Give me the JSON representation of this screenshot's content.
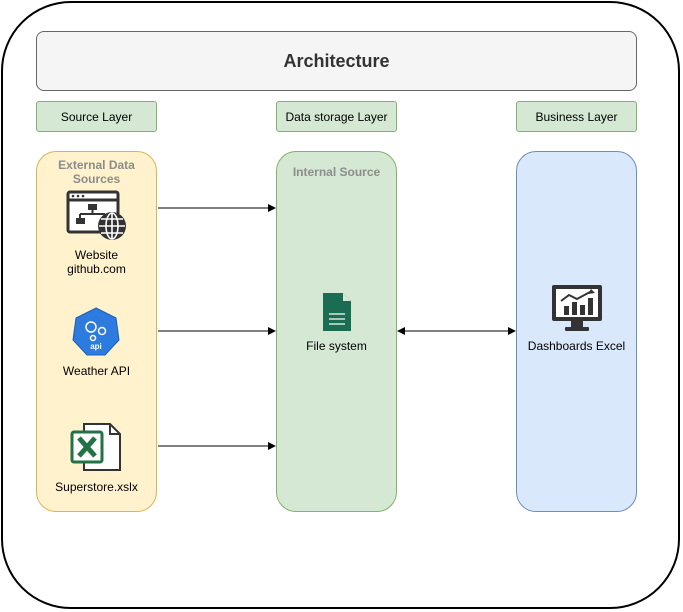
{
  "title": "Architecture",
  "layers": {
    "source": "Source Layer",
    "storage": "Data storage Layer",
    "business": "Business Layer"
  },
  "external": {
    "title_line1": "External Data",
    "title_line2": "Sources",
    "website_line1": "Website",
    "website_line2": "github.com",
    "weather": "Weather API",
    "weather_icon_text": "api",
    "superstore": "Superstore.xslx"
  },
  "internal": {
    "title": "Internal Source",
    "file_system": "File system"
  },
  "business": {
    "dashboards": "Dashboards Excel"
  },
  "colors": {
    "source_fill": "#fff2cc",
    "storage_fill": "#d5e8d4",
    "business_fill": "#dae8fc",
    "excel_green": "#217346",
    "api_blue": "#2e7be0"
  }
}
